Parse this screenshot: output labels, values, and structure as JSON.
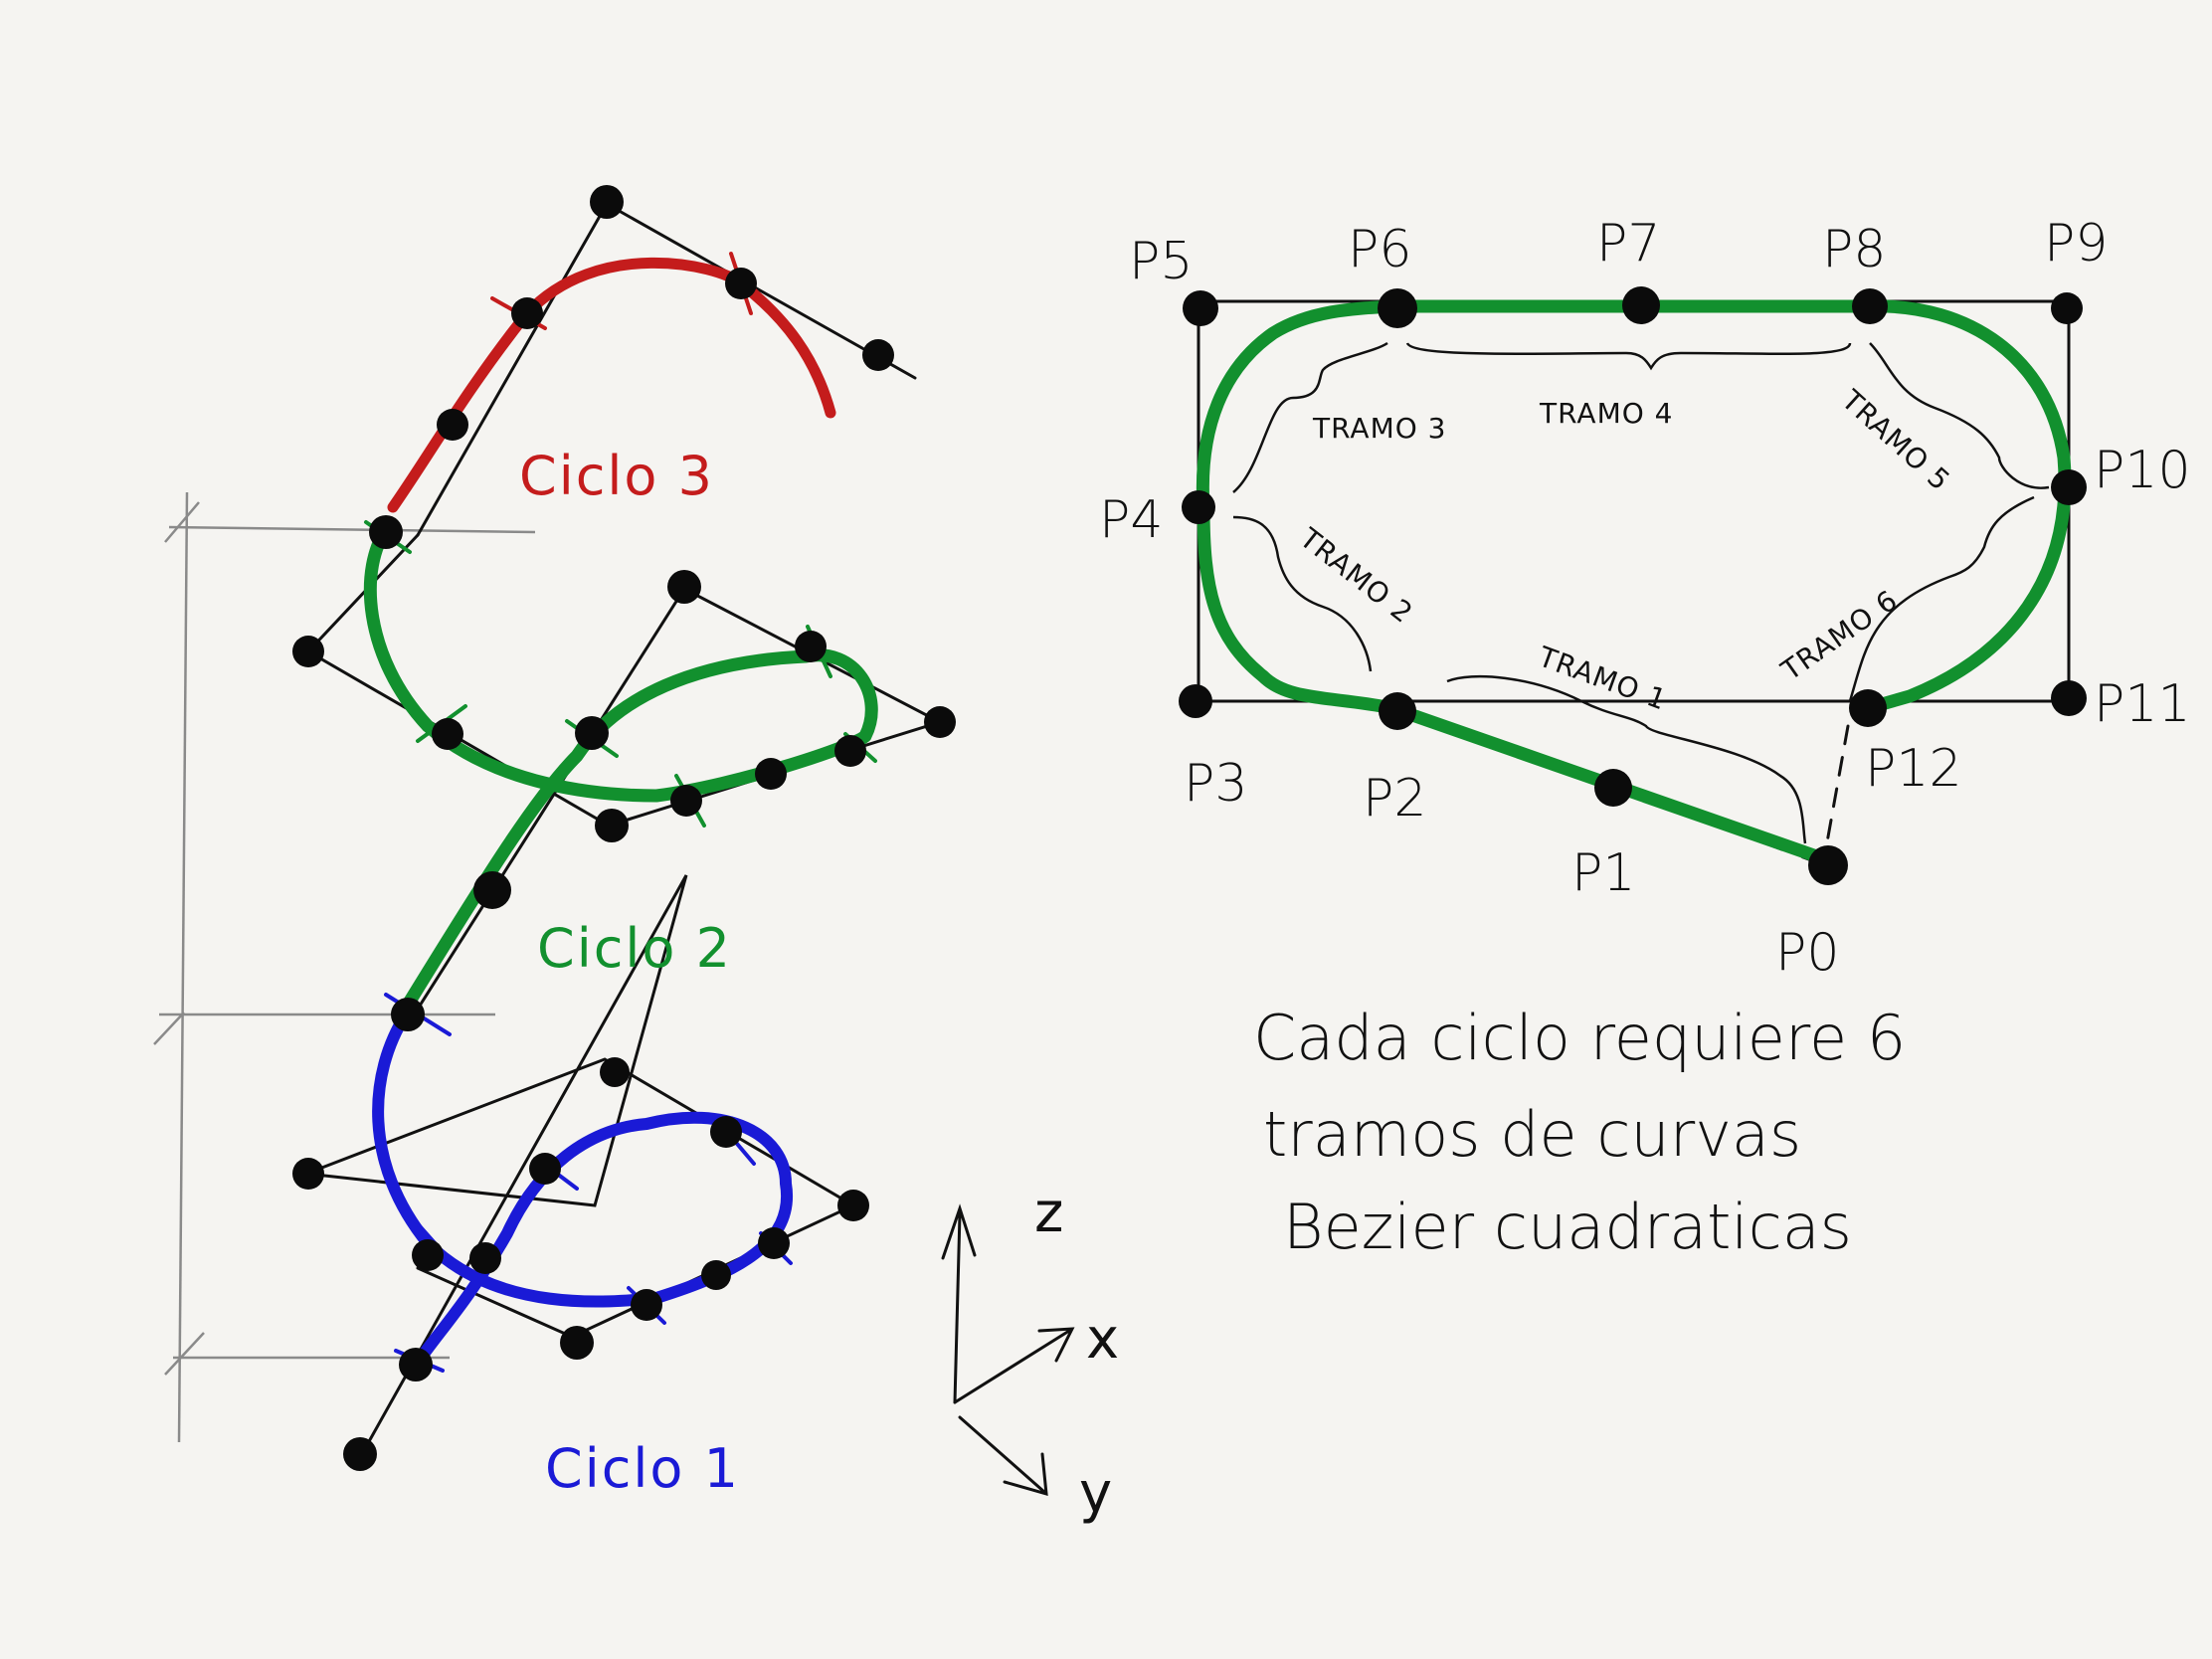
{
  "colors": {
    "background": "#f5f4f1",
    "ink": "#111111",
    "cycle1": "#1a1ad6",
    "cycle2": "#12902e",
    "cycle3": "#c41c1c",
    "guide": "#8a8a8a"
  },
  "left_sketch": {
    "cycle_labels": [
      "Ciclo 1",
      "Ciclo 2",
      "Ciclo 3"
    ],
    "axes": {
      "z": "z",
      "x": "x",
      "y": "y"
    }
  },
  "right_sketch": {
    "points": [
      "P0",
      "P1",
      "P2",
      "P3",
      "P4",
      "P5",
      "P6",
      "P7",
      "P8",
      "P9",
      "P10",
      "P11",
      "P12"
    ],
    "segments": [
      "TRAMO 1",
      "TRAMO 2",
      "TRAMO 3",
      "TRAMO 4",
      "TRAMO 5",
      "TRAMO 6"
    ]
  },
  "note": {
    "line1": "Cada ciclo requiere 6",
    "line2": "tramos de curvas",
    "line3": "Bezier cuadraticas"
  }
}
